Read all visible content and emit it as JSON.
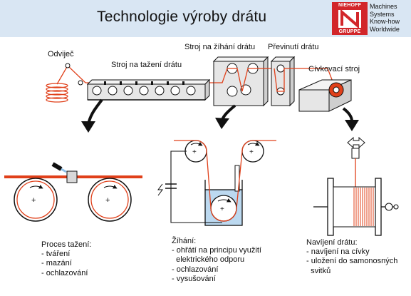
{
  "title": "Technologie výroby drátu",
  "logo": {
    "top": "NIEHOFF",
    "bottom": "GRUPPE"
  },
  "tagline": [
    "Machines",
    "Systems",
    "Know-how",
    "Worldwide"
  ],
  "labels": {
    "payoff": "Odviječ",
    "drawing_machine": "Stroj na tažení drátu",
    "annealer": "Stroj na žíhání drátu",
    "dancer": "Převinutí drátu",
    "spooler": "Cívkovací stroj"
  },
  "process_drawing": {
    "heading": "Proces tažení:",
    "items": [
      "- tváření",
      "- mazání",
      "- ochlazování"
    ]
  },
  "process_annealing": {
    "heading": "Žíhání:",
    "items": [
      "- ohřátí na principu využití",
      "  elektrického odporu",
      "- ochlazování",
      "- vysušování"
    ]
  },
  "process_spooling": {
    "heading": "Navíjení drátu:",
    "items": [
      "- navíjení na cívky",
      "- uložení do samonosných",
      "  svitků"
    ]
  },
  "colors": {
    "wire": "#e0401a",
    "header": "#d9e6f3",
    "brand": "#d2262a",
    "water": "#bcd9f0",
    "machine": "#e6e6e6"
  }
}
